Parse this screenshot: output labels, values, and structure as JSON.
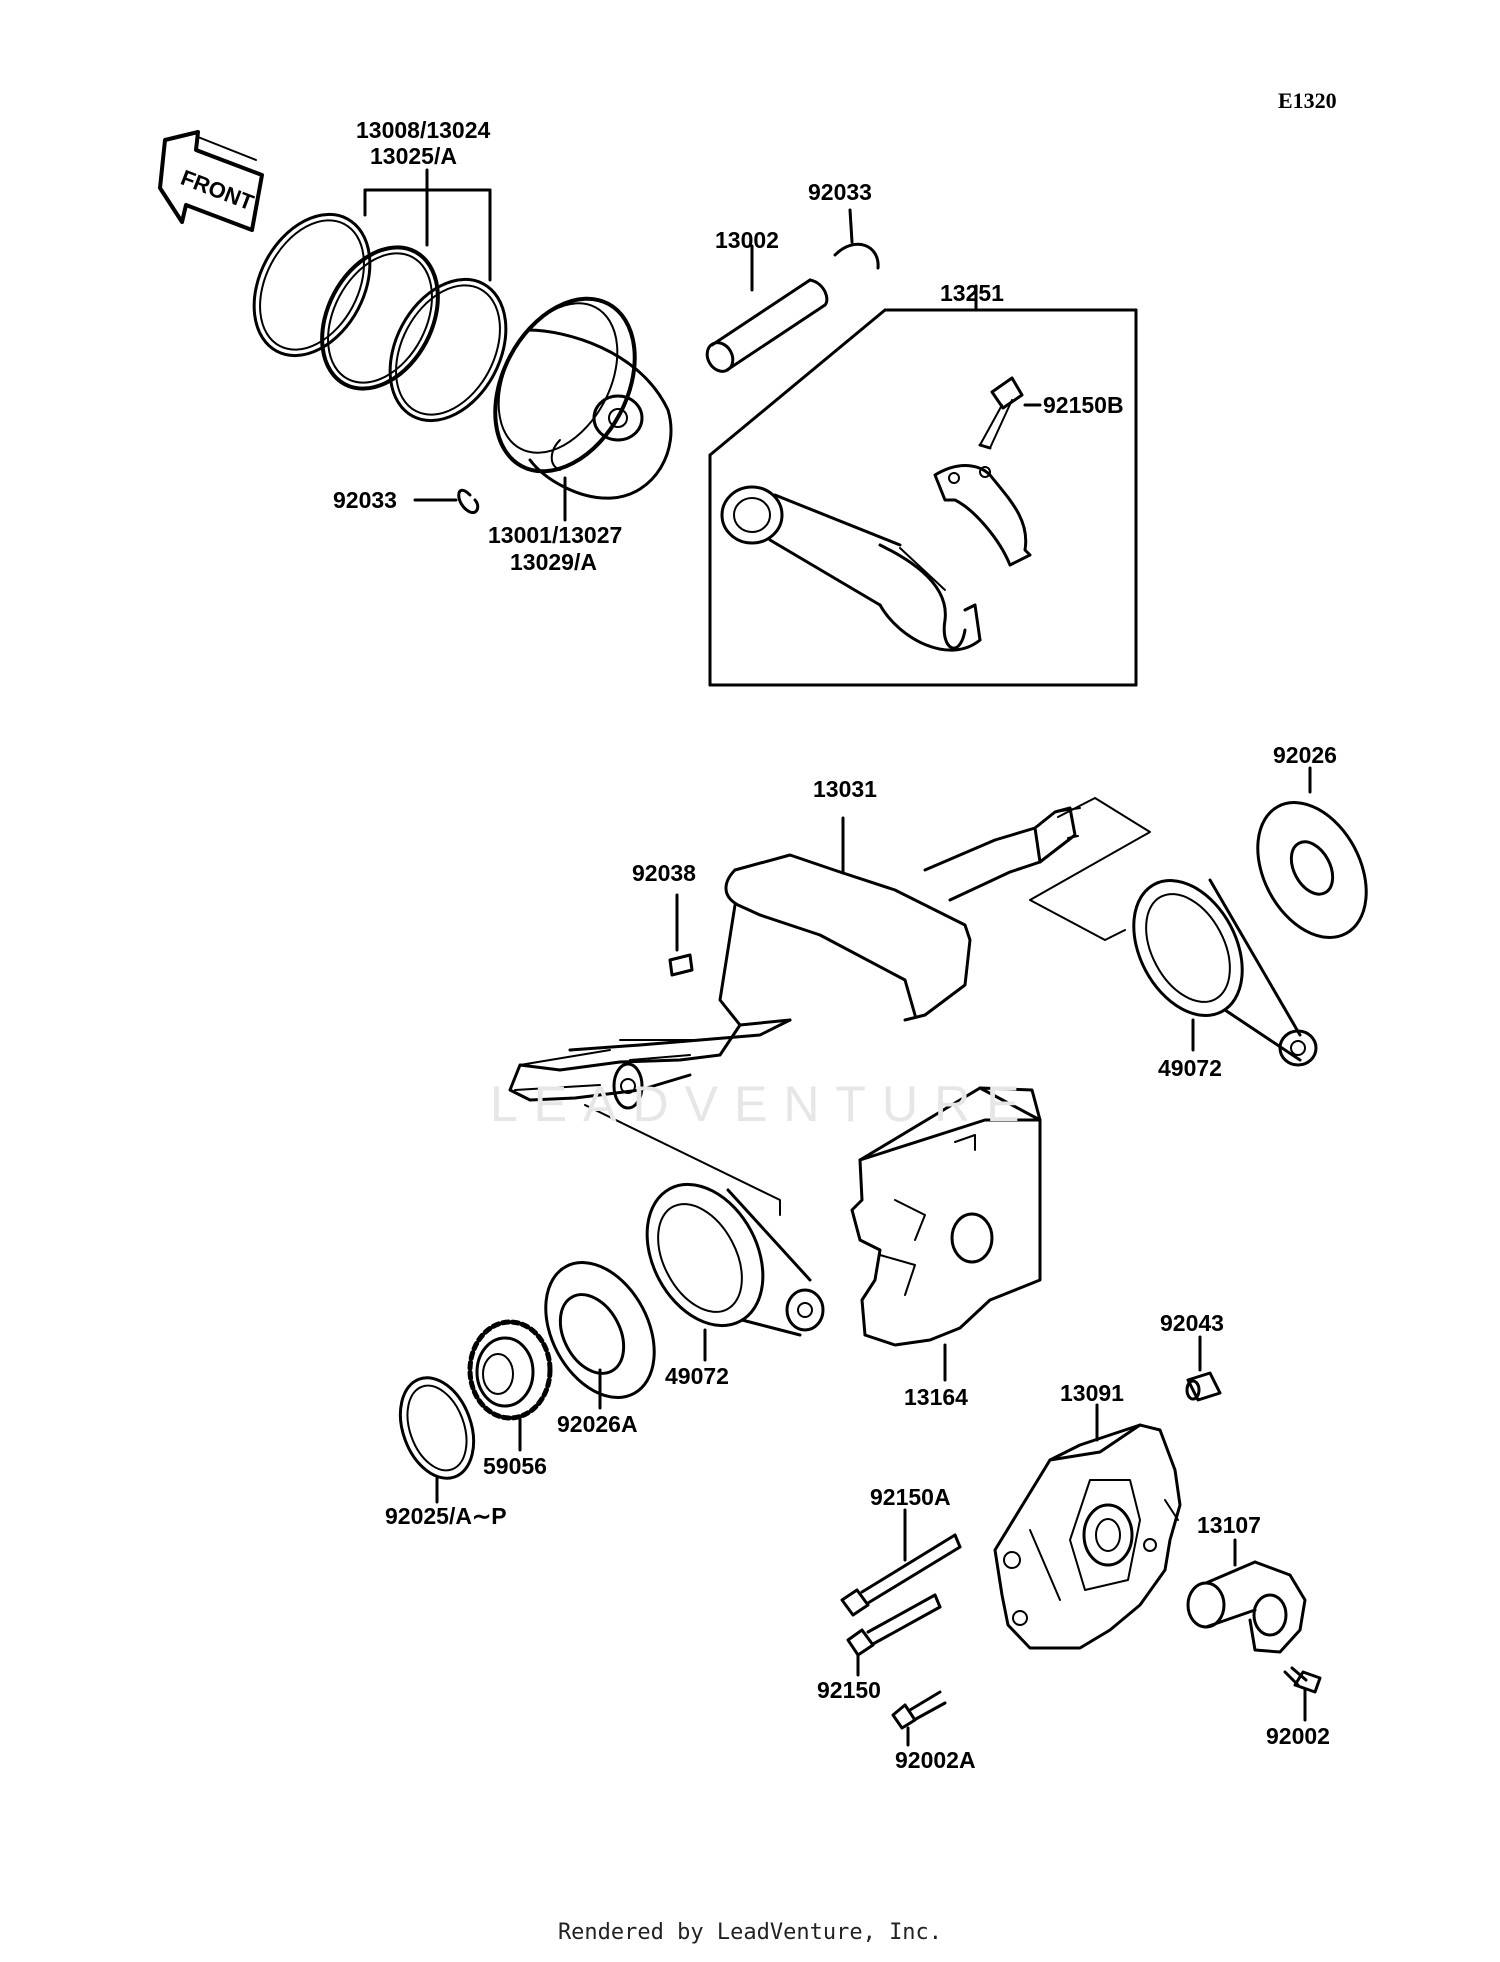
{
  "diagram_ref": "E1320",
  "front_label": "FRONT",
  "watermark": "LEADVENTURE",
  "footer": "Rendered by LeadVenture, Inc.",
  "labels": {
    "rings_1": "13008/13024",
    "rings_2": "13025/A",
    "clip_top": "92033",
    "pin": "13002",
    "conrod": "13251",
    "rod_bolt": "92150B",
    "clip_left": "92033",
    "piston_1": "13001/13027",
    "piston_2": "13029/A",
    "crankshaft": "13031",
    "washer_right": "92026",
    "key": "92038",
    "balancer_right": "49072",
    "balancer_left": "49072",
    "balancer_weight": "13164",
    "washer_mid": "92026A",
    "gear": "59056",
    "shim": "92025/A∼P",
    "dowel": "92043",
    "cover": "13091",
    "bolt_a": "92150A",
    "holder": "13107",
    "bolt": "92150",
    "bolt_002a": "92002A",
    "bolt_002": "92002"
  }
}
